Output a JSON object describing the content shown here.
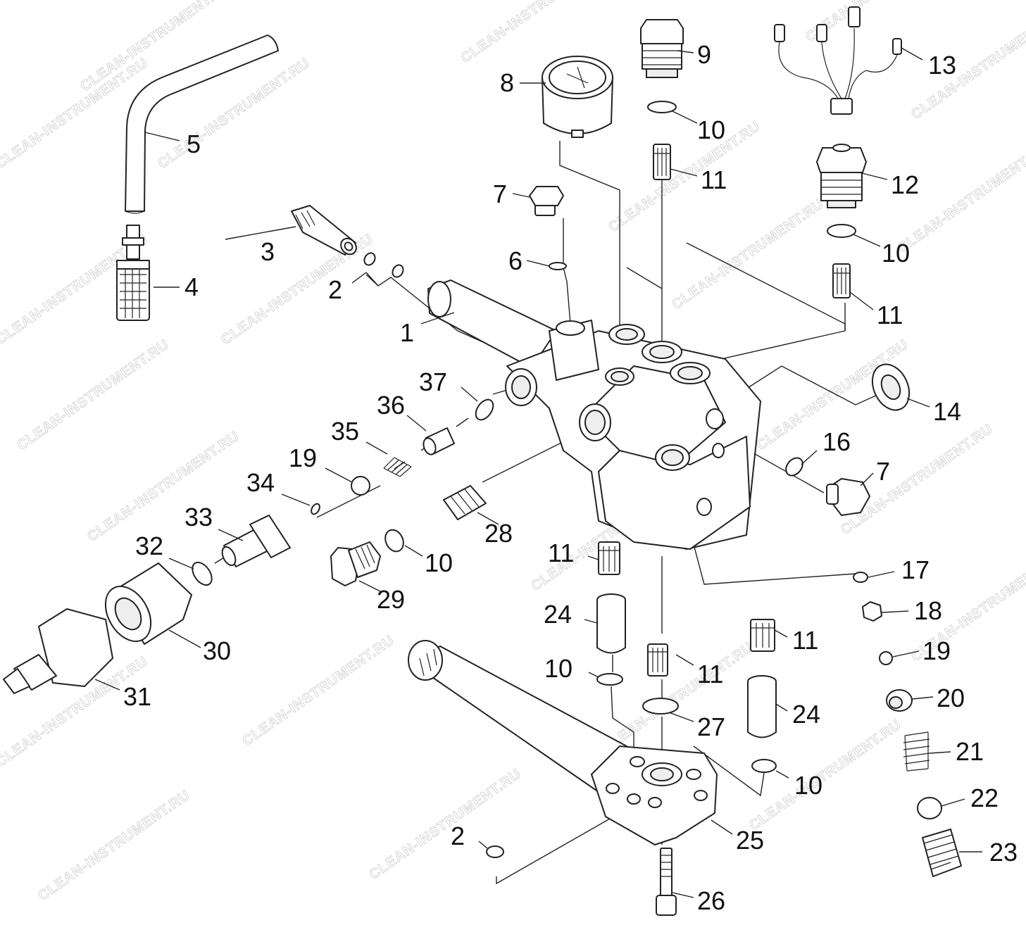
{
  "diagram": {
    "watermark": "CLEAN-INSTRUMENT.RU",
    "callouts": [
      {
        "id": "c1",
        "label": "1"
      },
      {
        "id": "c2a",
        "label": "2"
      },
      {
        "id": "c2b",
        "label": "2"
      },
      {
        "id": "c3",
        "label": "3"
      },
      {
        "id": "c4",
        "label": "4"
      },
      {
        "id": "c5",
        "label": "5"
      },
      {
        "id": "c6",
        "label": "6"
      },
      {
        "id": "c7a",
        "label": "7"
      },
      {
        "id": "c7b",
        "label": "7"
      },
      {
        "id": "c8",
        "label": "8"
      },
      {
        "id": "c9",
        "label": "9"
      },
      {
        "id": "c10a",
        "label": "10"
      },
      {
        "id": "c10b",
        "label": "10"
      },
      {
        "id": "c10c",
        "label": "10"
      },
      {
        "id": "c10d",
        "label": "10"
      },
      {
        "id": "c10e",
        "label": "10"
      },
      {
        "id": "c11a",
        "label": "11"
      },
      {
        "id": "c11b",
        "label": "11"
      },
      {
        "id": "c11c",
        "label": "11"
      },
      {
        "id": "c11d",
        "label": "11"
      },
      {
        "id": "c11e",
        "label": "11"
      },
      {
        "id": "c12",
        "label": "12"
      },
      {
        "id": "c13",
        "label": "13"
      },
      {
        "id": "c14",
        "label": "14"
      },
      {
        "id": "c16",
        "label": "16"
      },
      {
        "id": "c17",
        "label": "17"
      },
      {
        "id": "c18",
        "label": "18"
      },
      {
        "id": "c19a",
        "label": "19"
      },
      {
        "id": "c19b",
        "label": "19"
      },
      {
        "id": "c20",
        "label": "20"
      },
      {
        "id": "c21",
        "label": "21"
      },
      {
        "id": "c22",
        "label": "22"
      },
      {
        "id": "c23",
        "label": "23"
      },
      {
        "id": "c24a",
        "label": "24"
      },
      {
        "id": "c24b",
        "label": "24"
      },
      {
        "id": "c25",
        "label": "25"
      },
      {
        "id": "c26",
        "label": "26"
      },
      {
        "id": "c27",
        "label": "27"
      },
      {
        "id": "c28",
        "label": "28"
      },
      {
        "id": "c29",
        "label": "29"
      },
      {
        "id": "c30",
        "label": "30"
      },
      {
        "id": "c31",
        "label": "31"
      },
      {
        "id": "c32",
        "label": "32"
      },
      {
        "id": "c33",
        "label": "33"
      },
      {
        "id": "c34",
        "label": "34"
      },
      {
        "id": "c35",
        "label": "35"
      },
      {
        "id": "c36",
        "label": "36"
      },
      {
        "id": "c37",
        "label": "37"
      }
    ]
  }
}
